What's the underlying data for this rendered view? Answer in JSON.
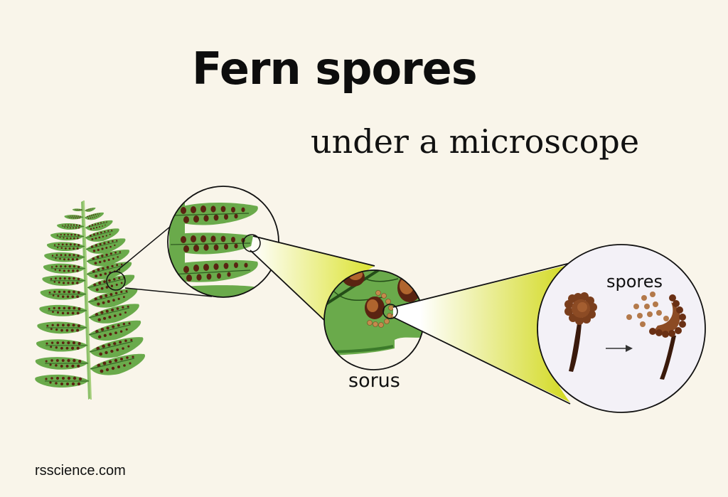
{
  "title": "Fern spores",
  "subtitle": "under a microscope",
  "labels": {
    "sorus": "sorus",
    "spores": "spores"
  },
  "footer": "rsscience.com",
  "panels": [
    {
      "name": "fern-frond",
      "description": "Green fern frond with brown sori on pinnae"
    },
    {
      "name": "pinna-magnified",
      "description": "Magnified pinnae showing rows of sori"
    },
    {
      "name": "sorus-magnified",
      "description": "Close-up of sorus on leaf underside"
    },
    {
      "name": "sporangium-magnified",
      "description": "Sporangium releasing spores",
      "arrow": "→"
    }
  ],
  "colors": {
    "background": "#f9f5ea",
    "leaf_green": "#6aaa4b",
    "leaf_dark": "#3b7a2a",
    "sorus_brown": "#5a2412",
    "spore_tan": "#b3794a",
    "beam_yellow": "#d7df2a",
    "circle_fill": "#f3f1f7"
  }
}
